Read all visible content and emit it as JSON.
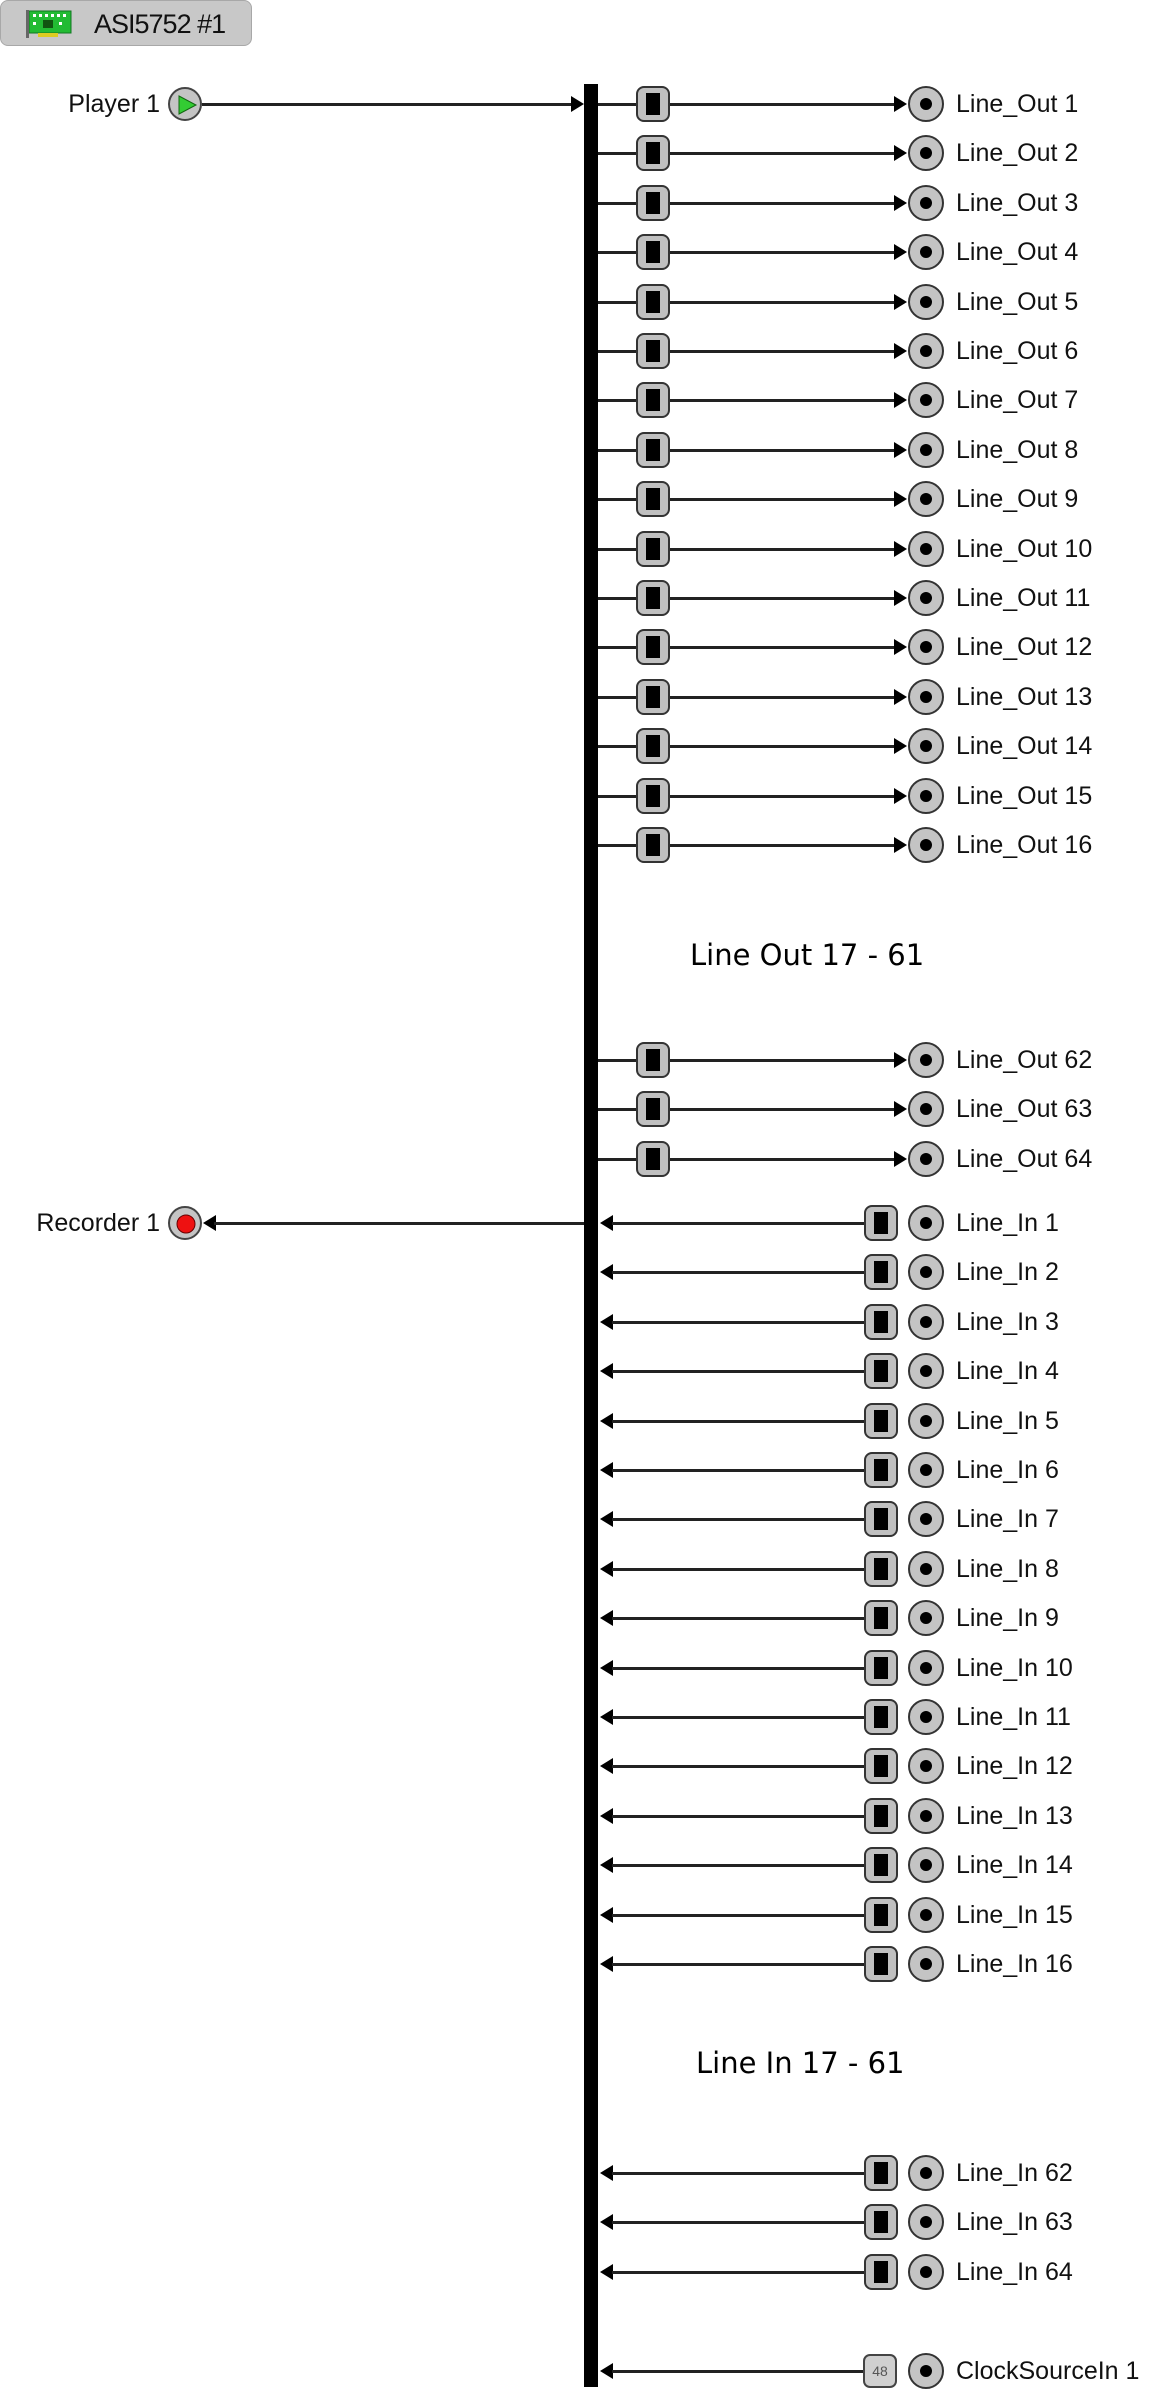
{
  "device": {
    "name": "ASI5752 #1",
    "icon": "sound-card-icon"
  },
  "player": {
    "label": "Player  1",
    "icon": "play-icon",
    "color": "#33cc33"
  },
  "recorder": {
    "label": "Recorder  1",
    "icon": "record-icon",
    "color": "#ee1111"
  },
  "line_outs_top": [
    "Line_Out  1",
    "Line_Out  2",
    "Line_Out  3",
    "Line_Out  4",
    "Line_Out  5",
    "Line_Out  6",
    "Line_Out  7",
    "Line_Out  8",
    "Line_Out  9",
    "Line_Out 10",
    "Line_Out 11",
    "Line_Out 12",
    "Line_Out 13",
    "Line_Out 14",
    "Line_Out 15",
    "Line_Out 16"
  ],
  "line_out_gap_label": "Line Out 17 - 61",
  "line_outs_bottom": [
    "Line_Out 62",
    "Line_Out 63",
    "Line_Out 64"
  ],
  "line_ins_top": [
    "Line_In  1",
    "Line_In  2",
    "Line_In  3",
    "Line_In  4",
    "Line_In  5",
    "Line_In  6",
    "Line_In  7",
    "Line_In  8",
    "Line_In  9",
    "Line_In 10",
    "Line_In 11",
    "Line_In 12",
    "Line_In 13",
    "Line_In 14",
    "Line_In 15",
    "Line_In 16"
  ],
  "line_in_gap_label": "Line In 17 - 61",
  "line_ins_bottom": [
    "Line_In 62",
    "Line_In 63",
    "Line_In 64"
  ],
  "clock": {
    "label": "ClockSourceIn  1",
    "rate": "48"
  }
}
